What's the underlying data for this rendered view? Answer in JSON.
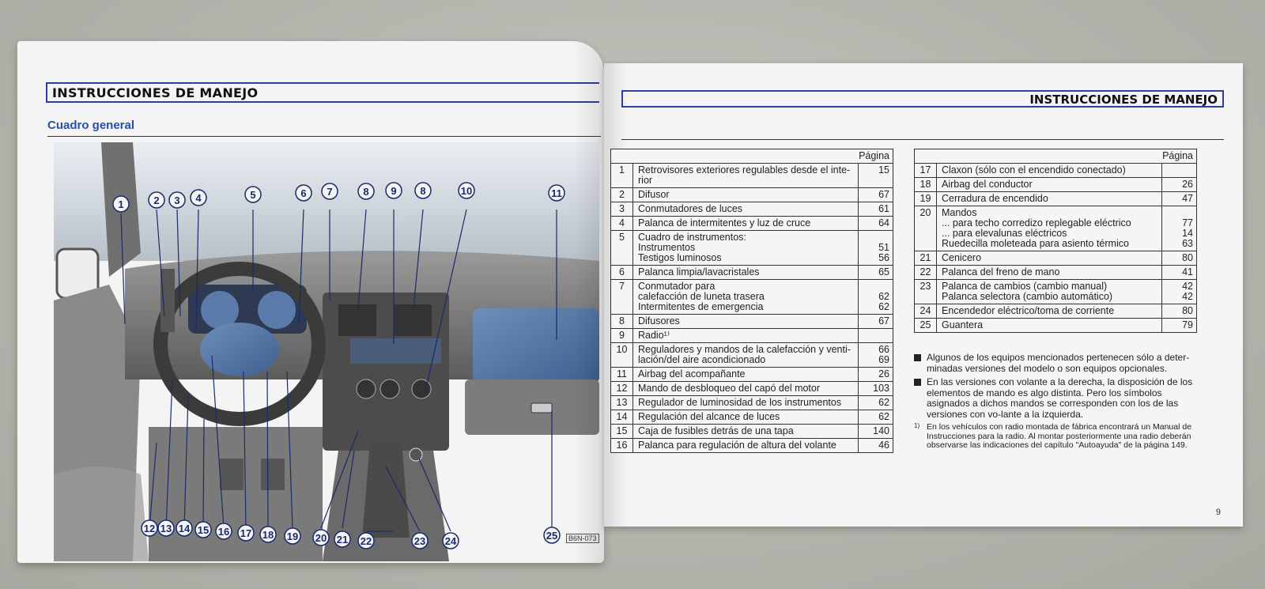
{
  "left_page": {
    "header": "INSTRUCCIONES DE MANEJO",
    "subtitle": "Cuadro general",
    "code_label": "B6N-073",
    "callouts": [
      "1",
      "2",
      "3",
      "4",
      "5",
      "6",
      "7",
      "8",
      "9",
      "8",
      "10",
      "11",
      "12",
      "13",
      "14",
      "15",
      "16",
      "17",
      "18",
      "19",
      "20",
      "21",
      "22",
      "23",
      "24",
      "25"
    ]
  },
  "right_page": {
    "header": "INSTRUCCIONES DE MANEJO",
    "table1": {
      "header": "Página",
      "rows": [
        {
          "num": "1",
          "lines": [
            "Retrovisores exteriores regulables desde el inte-",
            "rior"
          ],
          "pages": [
            "15"
          ]
        },
        {
          "num": "2",
          "lines": [
            "Difusor"
          ],
          "pages": [
            "67"
          ]
        },
        {
          "num": "3",
          "lines": [
            "Conmutadores de luces"
          ],
          "pages": [
            "61"
          ]
        },
        {
          "num": "4",
          "lines": [
            "Palanca de intermitentes y luz de cruce"
          ],
          "pages": [
            "64"
          ]
        },
        {
          "num": "5",
          "lines": [
            "Cuadro de instrumentos:",
            "Instrumentos",
            "Testigos luminosos"
          ],
          "pages": [
            "",
            "51",
            "56"
          ]
        },
        {
          "num": "6",
          "lines": [
            "Palanca limpia/lavacristales"
          ],
          "pages": [
            "65"
          ]
        },
        {
          "num": "7",
          "lines": [
            "Conmutador para",
            "calefacción de luneta trasera",
            "Intermitentes de emergencia"
          ],
          "pages": [
            "",
            "62",
            "62"
          ]
        },
        {
          "num": "8",
          "lines": [
            "Difusores"
          ],
          "pages": [
            "67"
          ]
        },
        {
          "num": "9",
          "lines": [
            "Radio¹⁾"
          ],
          "pages": [
            ""
          ]
        },
        {
          "num": "10",
          "lines": [
            "Reguladores y mandos de la calefacción y venti-",
            "lación/del aire acondicionado"
          ],
          "pages": [
            "66",
            "69"
          ]
        },
        {
          "num": "11",
          "lines": [
            "Airbag del acompañante"
          ],
          "pages": [
            "26"
          ]
        },
        {
          "num": "12",
          "lines": [
            "Mando de desbloqueo del capó del motor"
          ],
          "pages": [
            "103"
          ]
        },
        {
          "num": "13",
          "lines": [
            "Regulador de luminosidad de los instrumentos"
          ],
          "pages": [
            "62"
          ]
        },
        {
          "num": "14",
          "lines": [
            "Regulación del alcance de luces"
          ],
          "pages": [
            "62"
          ]
        },
        {
          "num": "15",
          "lines": [
            "Caja de fusibles detrás de una tapa"
          ],
          "pages": [
            "140"
          ]
        },
        {
          "num": "16",
          "lines": [
            "Palanca para regulación de altura del volante"
          ],
          "pages": [
            "46"
          ]
        }
      ]
    },
    "table2": {
      "header": "Página",
      "rows": [
        {
          "num": "17",
          "lines": [
            "Claxon (sólo con el encendido conectado)"
          ],
          "pages": [
            ""
          ]
        },
        {
          "num": "18",
          "lines": [
            "Airbag del conductor"
          ],
          "pages": [
            "26"
          ]
        },
        {
          "num": "19",
          "lines": [
            "Cerradura de encendido"
          ],
          "pages": [
            "47"
          ]
        },
        {
          "num": "20",
          "lines": [
            "Mandos",
            "... para techo corredizo replegable eléctrico",
            "... para elevalunas eléctricos",
            "Ruedecilla moleteada para asiento térmico"
          ],
          "pages": [
            "",
            "77",
            "14",
            "63"
          ]
        },
        {
          "num": "21",
          "lines": [
            "Cenicero"
          ],
          "pages": [
            "80"
          ]
        },
        {
          "num": "22",
          "lines": [
            "Palanca del freno de mano"
          ],
          "pages": [
            "41"
          ]
        },
        {
          "num": "23",
          "lines": [
            "Palanca de cambios (cambio manual)",
            "Palanca selectora (cambio automático)"
          ],
          "pages": [
            "42",
            "42"
          ]
        },
        {
          "num": "24",
          "lines": [
            "Encendedor eléctrico/toma de corriente"
          ],
          "pages": [
            "80"
          ]
        },
        {
          "num": "25",
          "lines": [
            "Guantera"
          ],
          "pages": [
            "79"
          ]
        }
      ]
    },
    "notes": [
      "Algunos de los equipos mencionados pertenecen sólo a deter-minadas versiones del modelo o son equipos opcionales.",
      "En las versiones con volante a la derecha, la disposición de los elementos de mando es algo distinta. Pero los símbolos asignados a dichos mandos se corresponden con  los de las versiones con vo-lante a la izquierda."
    ],
    "footnote_marker": "1)",
    "footnote": "En los vehículos con radio montada de fábrica encontrará un Manual de Instrucciones para la radio. Al montar posteriormente una radio deberán observarse las indicaciones del capítulo \"Autoayuda\" de la página 149.",
    "page_number": "9"
  }
}
